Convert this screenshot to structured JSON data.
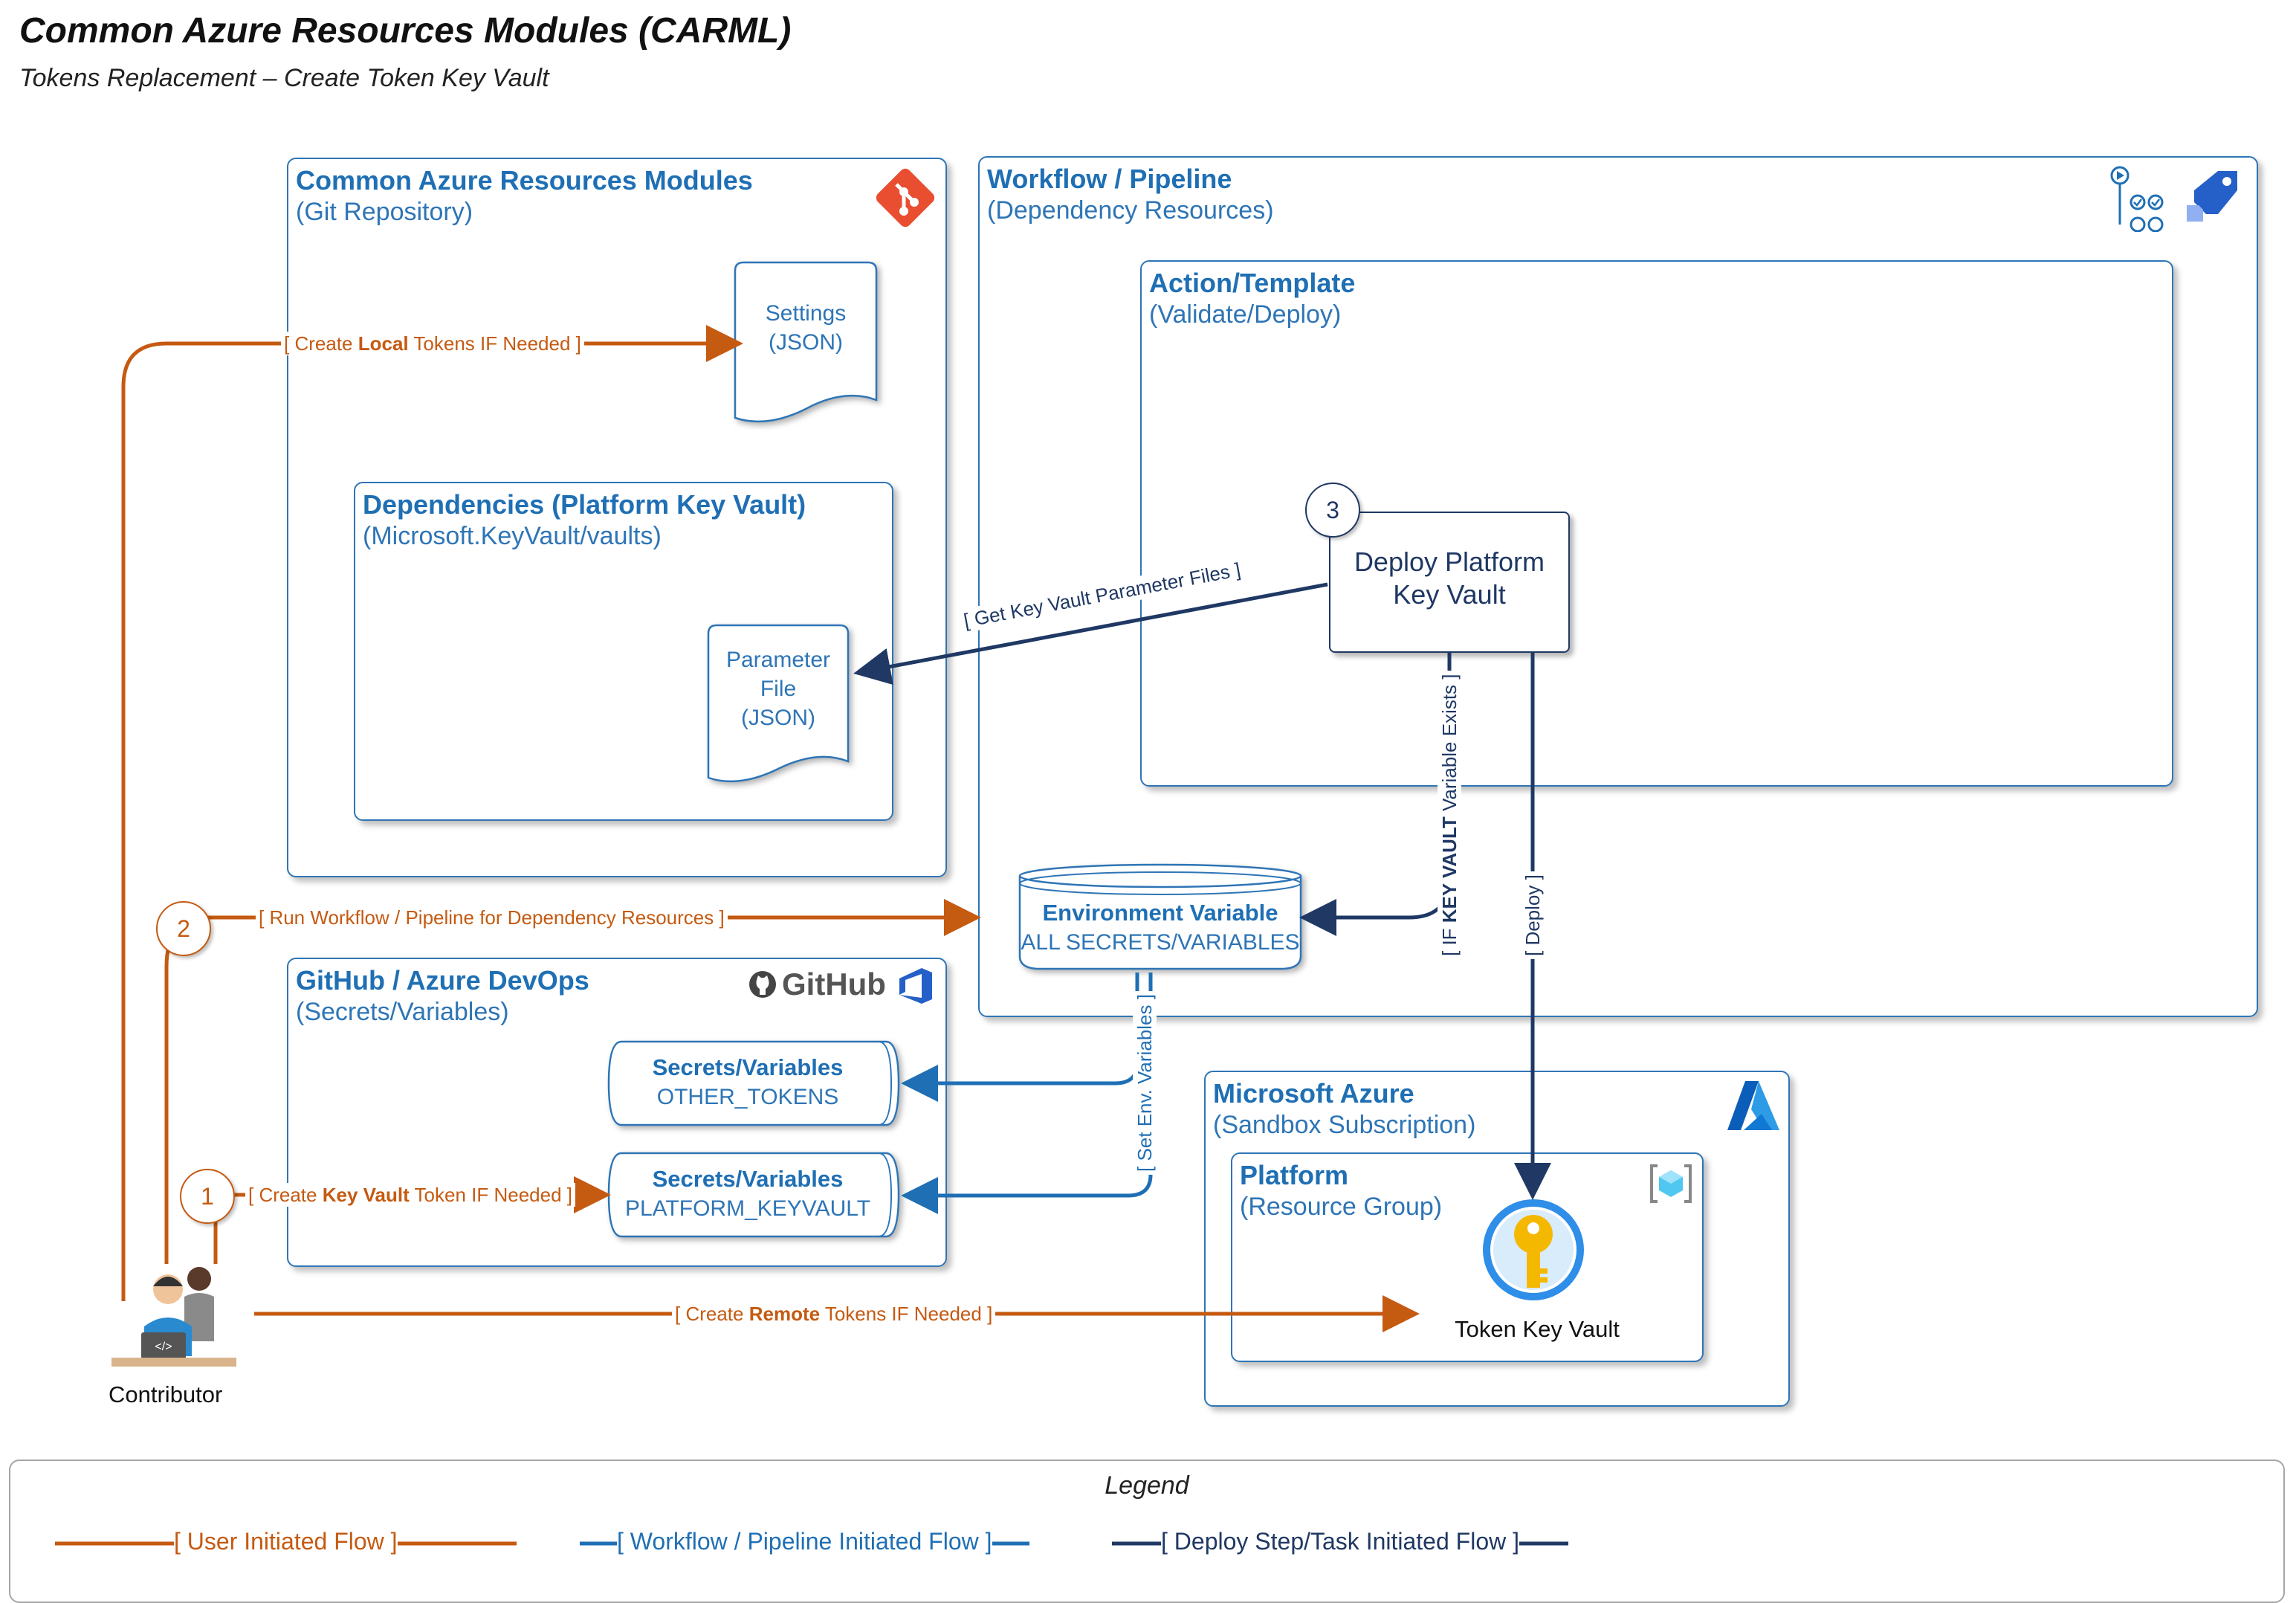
{
  "header": {
    "title": "Common Azure Resources Modules (CARML)",
    "subtitle": "Tokens Replacement – Create Token Key Vault"
  },
  "repo": {
    "title": "Common Azure Resources Modules",
    "subtitle": "(Git Repository)",
    "settings_doc": [
      "Settings",
      "(JSON)"
    ],
    "deps": {
      "title": "Dependencies (Platform Key Vault)",
      "subtitle": "(Microsoft.KeyVault/vaults)",
      "param_doc": [
        "Parameter",
        "File",
        "(JSON)"
      ]
    }
  },
  "pipeline": {
    "title": "Workflow / Pipeline",
    "subtitle": "(Dependency Resources)",
    "action": {
      "title": "Action/Template",
      "subtitle": "(Validate/Deploy)"
    },
    "deploy_step": {
      "number": "3",
      "label_line1": "Deploy Platform",
      "label_line2": "Key Vault"
    },
    "env_var": {
      "title": "Environment Variable",
      "value": "ALL SECRETS/VARIABLES"
    }
  },
  "github": {
    "title": "GitHub / Azure DevOps",
    "subtitle": "(Secrets/Variables)",
    "logo_text": "GitHub",
    "secret1": {
      "title": "Secrets/Variables",
      "value": "OTHER_TOKENS"
    },
    "secret2": {
      "title": "Secrets/Variables",
      "value": "PLATFORM_KEYVAULT"
    }
  },
  "azure": {
    "title": "Microsoft Azure",
    "subtitle": "(Sandbox Subscription)",
    "platform": {
      "title": "Platform",
      "subtitle": "(Resource Group)",
      "keyvault_label": "Token Key Vault"
    }
  },
  "contributor": {
    "label": "Contributor"
  },
  "flows": {
    "create_local": {
      "pre": "[ Create ",
      "bold": "Local",
      "post": " Tokens IF Needed ]"
    },
    "run_workflow": {
      "text": "[ Run Workflow / Pipeline for Dependency Resources ]",
      "number": "2"
    },
    "create_kv_token": {
      "pre": "[ Create ",
      "bold": "Key Vault",
      "post": " Token IF Needed ]",
      "number": "1"
    },
    "create_remote": {
      "pre": "[ Create ",
      "bold": "Remote",
      "post": " Tokens IF Needed ]"
    },
    "get_param_files": "[ Get Key Vault Parameter Files ]",
    "set_env": "[ Set Env. Variables ]",
    "if_exists": {
      "pre": "[ IF ",
      "bold": "KEY VAULT",
      "post": " Variable Exists ]"
    },
    "deploy": "[ Deploy ]"
  },
  "legend": {
    "title": "Legend",
    "user_flow": "[ User Initiated Flow ]",
    "pipeline_flow": "[ Workflow / Pipeline Initiated Flow ]",
    "deploy_flow": "[ Deploy Step/Task Initiated Flow ]"
  },
  "colors": {
    "user_flow": "#c55a11",
    "pipeline_flow": "#1f6fb4",
    "deploy_flow": "#1f3864"
  }
}
